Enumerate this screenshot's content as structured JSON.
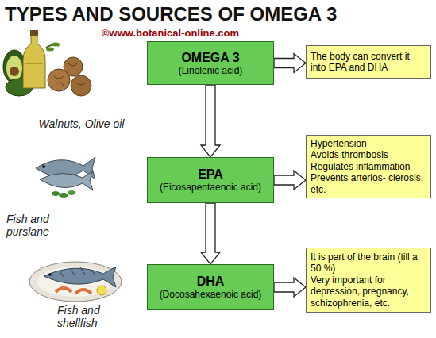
{
  "diagram": {
    "title": "TYPES AND SOURCES OF OMEGA 3",
    "nodes": [
      {
        "text": [
          "OMEGA 3",
          "(Linolenic acid)"
        ]
      },
      {
        "text": [
          "EPA",
          "(Eicosapentaenoic acid)"
        ]
      },
      {
        "text": [
          "DHA",
          "(Docosahexaenoic acid)"
        ]
      },
      {
        "text": [
          "The body can convert it into EPA and DHA"
        ]
      },
      {
        "text": [
          "Hypertension",
          "Avoids thrombosis",
          "Regulates inflammation",
          "Prevents arterios- clerosis, etc."
        ]
      },
      {
        "text": [
          "It is part of the brain (till a 50 %)",
          "Very important for depression, pregnancy, schizophrenia, etc."
        ]
      }
    ],
    "edges": [
      {
        "from": 0,
        "to": 1,
        "arrow": "to"
      },
      {
        "from": 1,
        "to": 2,
        "arrow": "to"
      },
      {
        "from": 0,
        "to": 3,
        "arrow": "to"
      },
      {
        "from": 1,
        "to": 4,
        "arrow": "to"
      },
      {
        "from": 2,
        "to": 5,
        "arrow": "to"
      }
    ],
    "labels": [
      "©www.botanical-online.com",
      "Walnuts, Olive oil",
      "Fish and purslane",
      "Fish and shellfish"
    ]
  }
}
